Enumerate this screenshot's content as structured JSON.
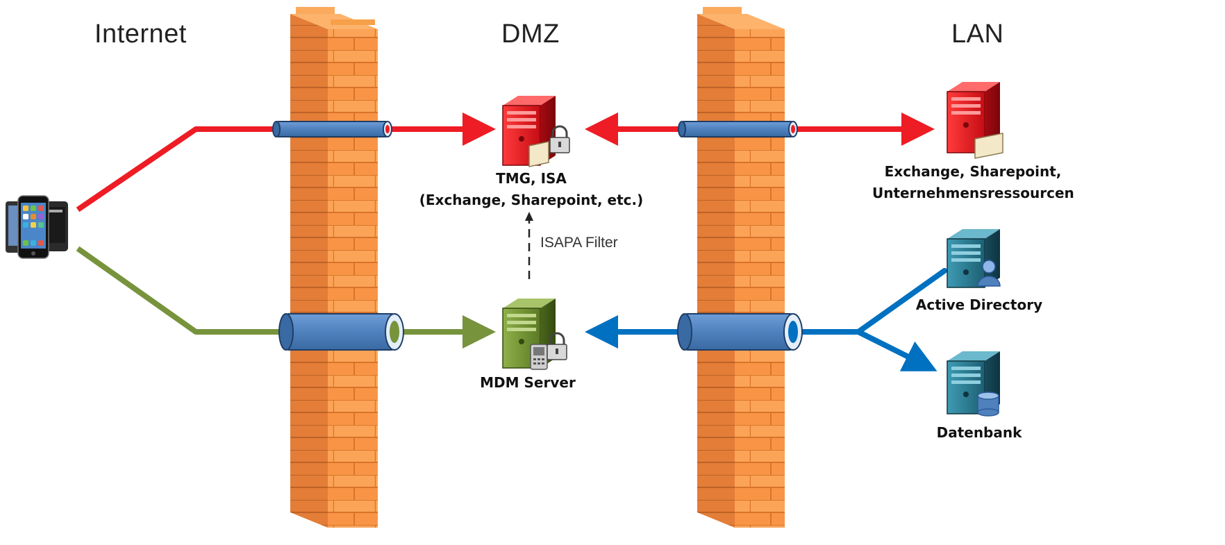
{
  "zones": {
    "internet": "Internet",
    "dmz": "DMZ",
    "lan": "LAN"
  },
  "nodes": {
    "tmg": {
      "line1": "TMG, ISA",
      "line2": "(Exchange, Sharepoint, etc.)",
      "color": "#e8141b"
    },
    "mdm": {
      "line1": "MDM Server",
      "color": "#6f8f2e"
    },
    "exchange": {
      "line1": "Exchange, Sharepoint,",
      "line2": "Unternehmensressourcen",
      "color": "#e8141b"
    },
    "active_directory": {
      "line1": "Active Directory",
      "color": "#2a7e94"
    },
    "datenbank": {
      "line1": "Datenbank",
      "color": "#2a7e94"
    }
  },
  "connections": {
    "isapa_filter": "ISAPA Filter"
  },
  "colors": {
    "firewall": "#f7a04a",
    "red_link": "#ee1c24",
    "green_link": "#77933c",
    "blue_link": "#0070c0",
    "tunnel": "#4f81bd"
  },
  "icons": [
    "mobile-devices-icon",
    "firewall-icon",
    "server-icon",
    "lock-icon",
    "folder-icon",
    "user-icon",
    "database-icon",
    "phone-icon"
  ]
}
